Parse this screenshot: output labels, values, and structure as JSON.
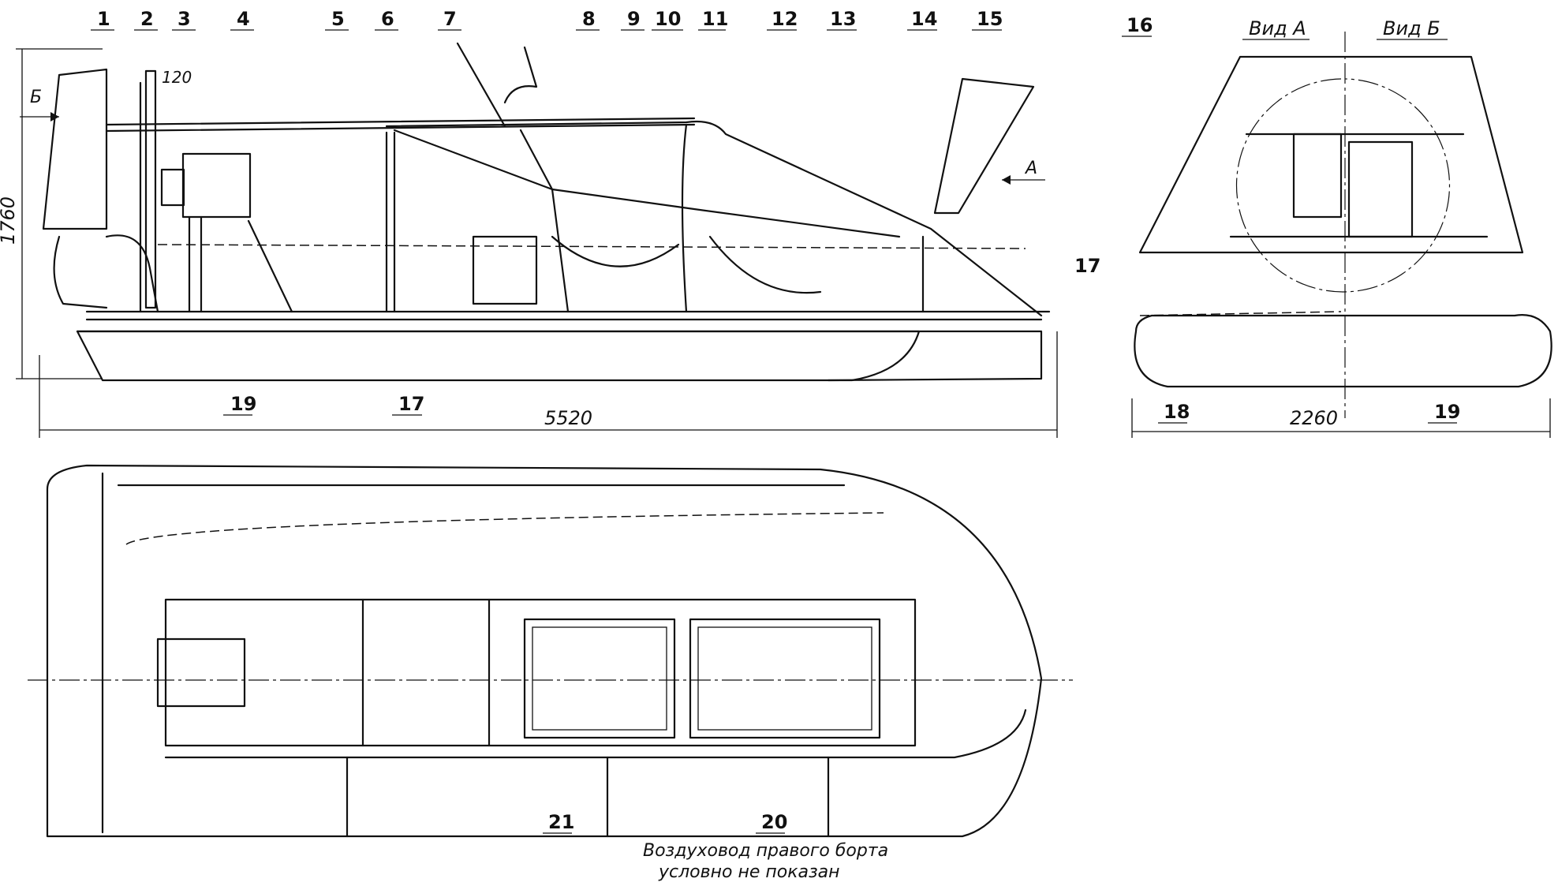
{
  "callouts": [
    "1",
    "2",
    "3",
    "4",
    "5",
    "6",
    "7",
    "8",
    "9",
    "10",
    "11",
    "12",
    "13",
    "14",
    "15",
    "16",
    "17",
    "18",
    "19",
    "20",
    "21"
  ],
  "dimensions": {
    "overall_length": "5520",
    "overall_height": "1760",
    "overall_width": "2260",
    "offset": "120"
  },
  "views": {
    "view_a": "Вид А",
    "view_b": "Вид Б",
    "arrow_a": "А",
    "arrow_b": "Б"
  },
  "note": {
    "line1": "Воздуховод правого борта",
    "line2": "условно не показан"
  }
}
